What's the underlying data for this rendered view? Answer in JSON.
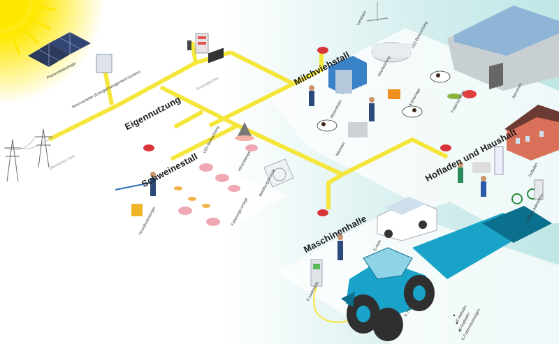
{
  "sections": {
    "eigennutzung": "Eigennutzung",
    "schweinestall": "Schweinestall",
    "milchviehstall": "Milchviehstall",
    "hofladen": "Hofladen und Haushalt",
    "maschinenhalle": "Maschinenhalle"
  },
  "labels": {
    "photovoltaik": "Photovoltaikanlage",
    "stromverteiler": "Stromverteiler (Energiemanagement-System)",
    "stromspeicher": "Stromspeicher",
    "netz": "öffentliches Netz",
    "led1": "LED-Beleuchtung",
    "infrarot": "Infrarotlampe",
    "lueftung": "Belüftungstechnik",
    "hochdruck": "Hochdruckreiniger",
    "futter": "Futterungs-anlage",
    "ventilator": "Ventilator",
    "led2": "LED-Beleuchtung",
    "milchkuehlung": "Milchkühlung",
    "melkroboter": "Melkroboter",
    "milchtaxi": "Milchtaxi",
    "kuehlanlage": "Kühlanlage",
    "futterschieber": "Futterschieber",
    "liegehalle": "Jahrstrom",
    "hofladen_small": "Hofladen",
    "ebike": "E-Bike-Ladestation",
    "eauto": "E-Auto",
    "eladesaule": "E-Ladesäule",
    "etraktor": "E-Traktor",
    "list1": "E-Hoflader",
    "list2": "E-Radlader",
    "list3": "E-Futtermischwagen"
  },
  "colors": {
    "line": "#f5e63c",
    "sun": "#ffe600",
    "tractor": "#1aa3c8",
    "tractor_dark": "#0b6f8e",
    "bg_teal": "#c9ebeb"
  }
}
